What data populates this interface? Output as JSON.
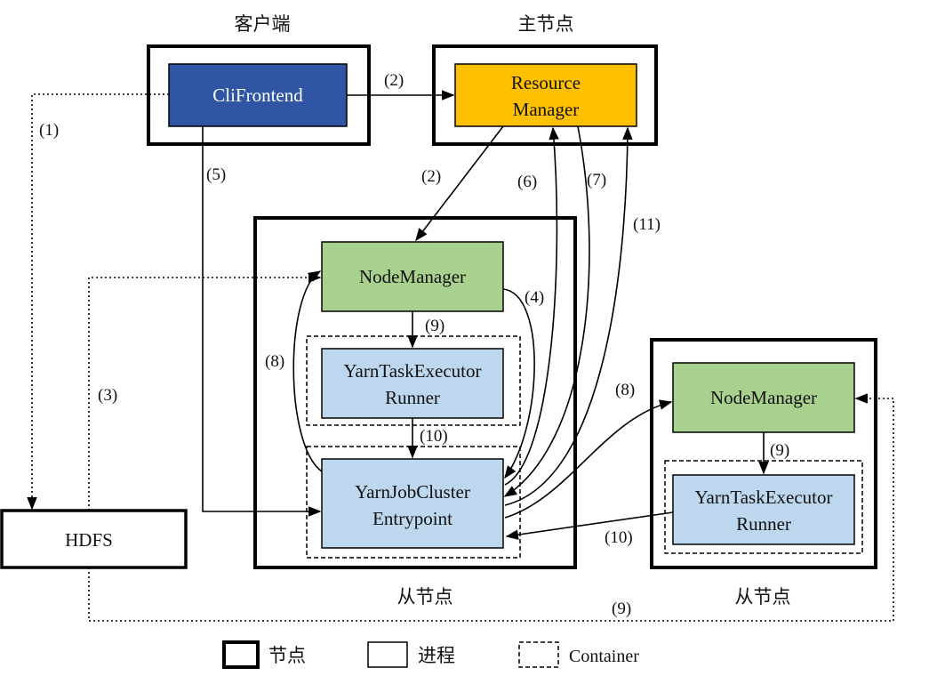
{
  "node_labels": {
    "client": "客户端",
    "master": "主节点",
    "slave_left": "从节点",
    "slave_right": "从节点"
  },
  "processes": {
    "clifrontend": "CliFrontend",
    "rm_line1": "Resource",
    "rm_line2": "Manager",
    "nm_left": "NodeManager",
    "nm_right": "NodeManager",
    "te_left_line1": "YarnTaskExecutor",
    "te_left_line2": "Runner",
    "te_right_line1": "YarnTaskExecutor",
    "te_right_line2": "Runner",
    "entry_line1": "YarnJobCluster",
    "entry_line2": "Entrypoint",
    "hdfs": "HDFS"
  },
  "steps": {
    "s1": "(1)",
    "s2a": "(2)",
    "s2b": "(2)",
    "s3": "(3)",
    "s4": "(4)",
    "s5": "(5)",
    "s6": "(6)",
    "s7": "(7)",
    "s8a": "(8)",
    "s8b": "(8)",
    "s9a": "(9)",
    "s9b": "(9)",
    "s9c": "(9)",
    "s10a": "(10)",
    "s10b": "(10)",
    "s11": "(11)"
  },
  "legend": {
    "node": "节点",
    "process": "进程",
    "container": "Container"
  },
  "colors": {
    "clifrontend_fill": "#2f55a4",
    "resourcemanager_fill": "#ffc000",
    "nodemanager_fill": "#a9d18e",
    "runner_fill": "#bdd7ee"
  }
}
